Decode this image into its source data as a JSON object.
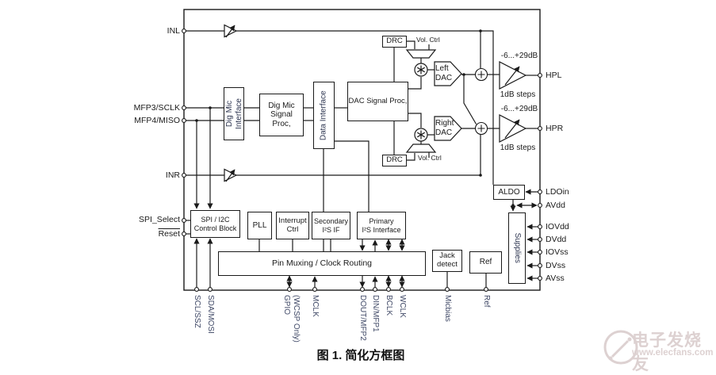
{
  "caption": "图 1. 简化方框图",
  "watermark": {
    "brand": "电子发烧友",
    "url": "www.elecfans.com"
  },
  "pins": {
    "left": [
      {
        "label": "INL"
      },
      {
        "label": "MFP3/SCLK"
      },
      {
        "label": "MFP4/MISO"
      },
      {
        "label": "INR"
      },
      {
        "label": "SPI_Select"
      },
      {
        "label": "Reset"
      }
    ],
    "right": [
      {
        "label": "HPL"
      },
      {
        "label": "HPR"
      },
      {
        "label": "LDOin"
      },
      {
        "label": "AVdd"
      },
      {
        "label": "IOVdd"
      },
      {
        "label": "DVdd"
      },
      {
        "label": "IOVss"
      },
      {
        "label": "DVss"
      },
      {
        "label": "AVss"
      }
    ],
    "bottom": [
      {
        "label": "SCL/SSZ"
      },
      {
        "label": "SDA/MOSI"
      },
      {
        "label": "GPIO"
      },
      {
        "label": "(WCSP Only)"
      },
      {
        "label": "MCLK"
      },
      {
        "label": "DOUT/MFP2"
      },
      {
        "label": "DIN/MFP1"
      },
      {
        "label": "BCLK"
      },
      {
        "label": "WCLK"
      },
      {
        "label": "Micbias"
      },
      {
        "label": "Ref"
      }
    ]
  },
  "blocks": {
    "dig_mic_if": "Dig Mic\nInterface",
    "dig_mic_proc": "Dig Mic\nSignal\nProc,",
    "data_if": "Data Interface",
    "dac_proc": "DAC Signal Proc,",
    "drc_a": "DRC",
    "drc_b": "DRC",
    "vol_a": "Vol. Ctrl",
    "vol_b": "Vol. Ctrl",
    "left_dac": "Left\nDAC",
    "right_dac": "Right\nDAC",
    "spi_i2c": "SPI / I2C\nControl Block",
    "pll": "PLL",
    "int_ctrl": "Interrupt\nCtrl",
    "sec_i2s": "Secondary\nI²S IF",
    "pri_i2s": "Primary\nI²S Interface",
    "pin_mux": "Pin Muxing / Clock Routing",
    "jack": "Jack\ndetect",
    "ref": "Ref",
    "aldo": "ALDO",
    "supplies": "Supplies"
  },
  "amp": {
    "gain": "-6...+29dB",
    "steps": "1dB steps"
  },
  "icons": {
    "multiplier": "asterisk-in-circle",
    "summer": "plus-in-circle",
    "amplifier": "right-triangle-with-gain-arrow",
    "volume_control": "trapezoid",
    "pin": "open-circle",
    "watermark_logo": "circle-with-pin-dots"
  },
  "colors": {
    "line": "#1a1a1a",
    "rotated_label": "#3f4866",
    "watermark": "#ddd1d1",
    "background": "#ffffff"
  }
}
